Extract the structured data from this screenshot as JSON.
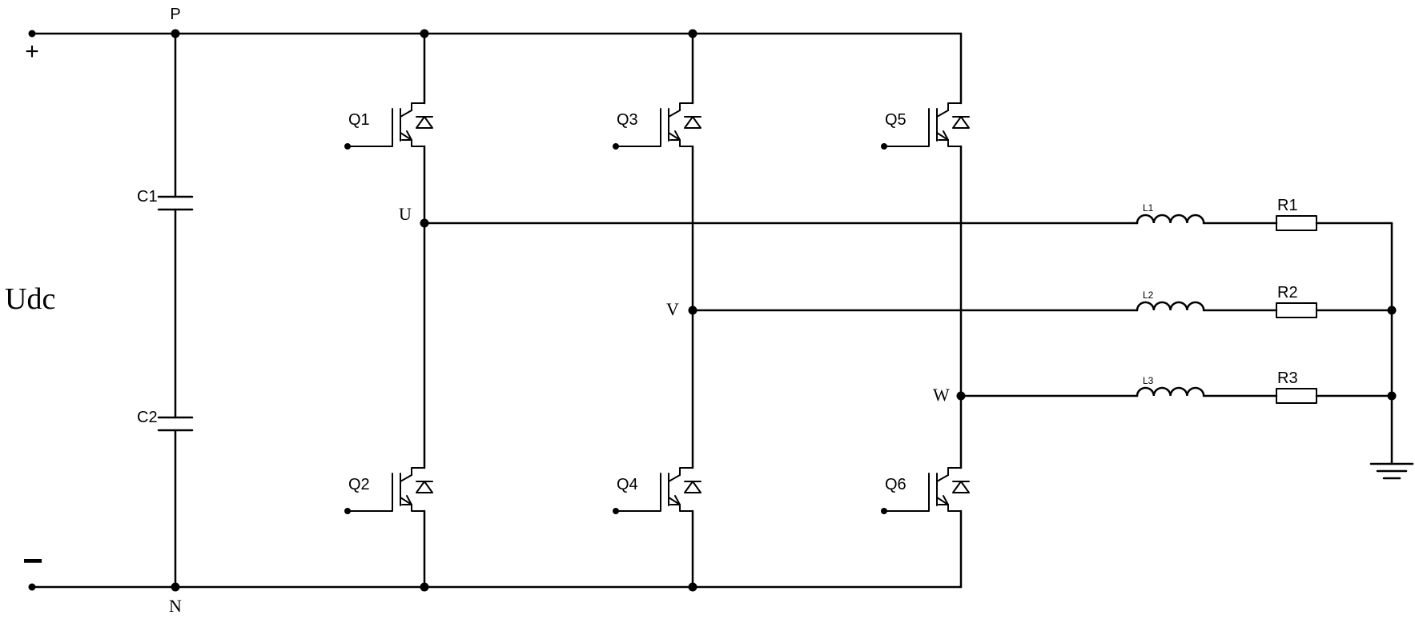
{
  "terminals": {
    "plus": "+",
    "minus": "−",
    "p": "P",
    "n": "N",
    "udc": "Udc"
  },
  "capacitors": {
    "c1": "C1",
    "c2": "C2"
  },
  "transistors": {
    "q1": "Q1",
    "q2": "Q2",
    "q3": "Q3",
    "q4": "Q4",
    "q5": "Q5",
    "q6": "Q6"
  },
  "nodes": {
    "u": "U",
    "v": "V",
    "w": "W"
  },
  "inductors": {
    "l1": "L1",
    "l2": "L2",
    "l3": "L3"
  },
  "resistors": {
    "r1": "R1",
    "r2": "R2",
    "r3": "R3"
  }
}
